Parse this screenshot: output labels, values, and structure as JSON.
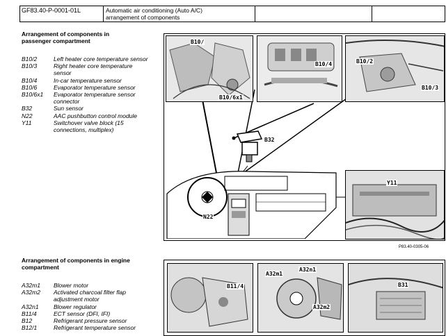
{
  "header": {
    "doc_number": "GF83.40-P-0001-01L",
    "title_line1": "Automatic air conditioning (Auto A/C)",
    "title_line2": "arrangement of components"
  },
  "section1": {
    "title": "Arrangement of components in passenger compartment",
    "items": [
      {
        "code": "B10/2",
        "desc": "Left heater core temperature sensor"
      },
      {
        "code": "B10/3",
        "desc": "Right heater core temperature sensor"
      },
      {
        "code": "B10/4",
        "desc": "In-car temperature sensor"
      },
      {
        "code": "B10/6",
        "desc": "Evaporator temperature sensor"
      },
      {
        "code": "B10/6x1",
        "desc": "Evaporator temperature sensor connector"
      },
      {
        "code": "B32",
        "desc": "Sun sensor"
      },
      {
        "code": "N22",
        "desc": "AAC pushbutton control module"
      },
      {
        "code": "Y11",
        "desc": "Switchover valve block (15 connections, multiplex)"
      }
    ],
    "figure_ref": "P83.40-0305-06",
    "labels": {
      "b10": "B10/",
      "b106x1": "B10/6x1",
      "b104": "B10/4",
      "b102": "B10/2",
      "b103": "B10/3",
      "b32": "B32",
      "n22": "N22",
      "y11": "Y11"
    }
  },
  "section2": {
    "title": "Arrangement of components in engine compartment",
    "items": [
      {
        "code": "A32m1",
        "desc": "Blower motor"
      },
      {
        "code": "A32m2",
        "desc": "Activated charcoal filter flap adjustment motor"
      },
      {
        "code": "A32n1",
        "desc": "Blower regulator"
      },
      {
        "code": "B11/4",
        "desc": "ECT sensor (DFI, IFI)"
      },
      {
        "code": "B12",
        "desc": "Refrigerant pressure sensor"
      },
      {
        "code": "B12/1",
        "desc": "Refrigerant temperature sensor"
      }
    ],
    "labels": {
      "b114": "B11/4",
      "a32m1": "A32m1",
      "a32n1": "A32n1",
      "a32m2": "A32m2",
      "b31": "B31"
    }
  }
}
